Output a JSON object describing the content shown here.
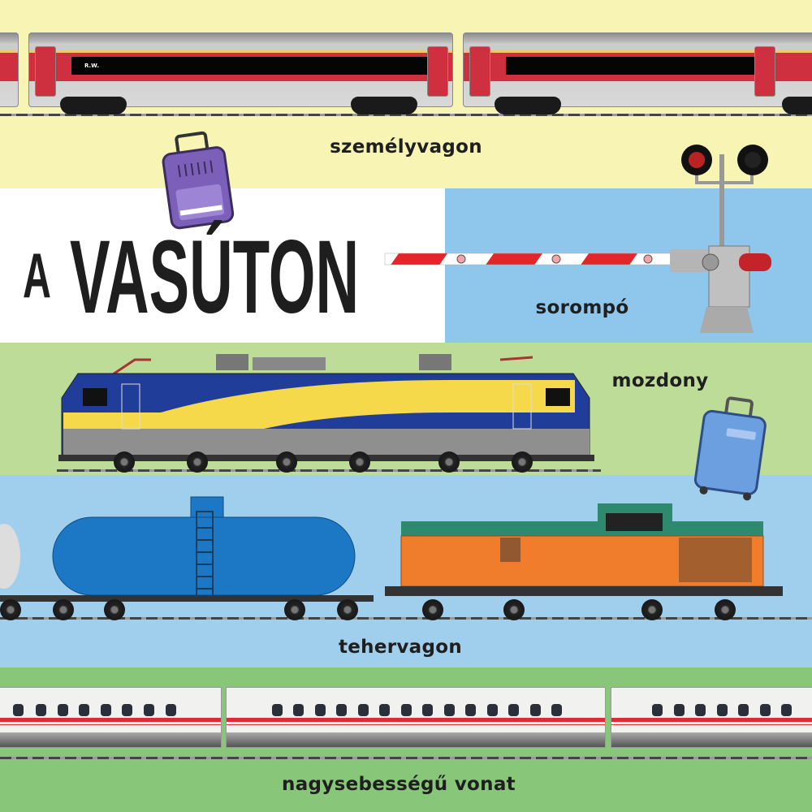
{
  "title": {
    "article": "A",
    "word": "VASÚTON"
  },
  "labels": {
    "passenger_car": "személyvagon",
    "barrier": "sorompó",
    "locomotive": "mozdony",
    "freight_car": "tehervagon",
    "high_speed_train": "nagysebességű vonat"
  },
  "coach_logo": "R.W.",
  "colors": {
    "yellow": "#f7f4b4",
    "blue": "#8fc6eb",
    "light_green": "#bcdc97",
    "light_blue": "#9fcfed",
    "green": "#88c67a"
  }
}
